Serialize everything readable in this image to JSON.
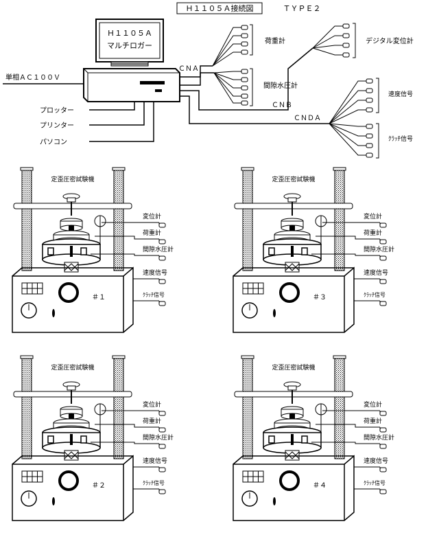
{
  "title": "Ｈ１１０５Ａ接続図",
  "type_label": "ＴＹＰＥ２",
  "logger_label_1": "Ｈ１１０５Ａ",
  "logger_label_2": "マルチロガー",
  "power_label": "単相ＡＣ１００Ｖ",
  "peripherals": [
    "プロッター",
    "プリンター",
    "パソコン"
  ],
  "connectors": {
    "cna": "ＣＮＡ",
    "cnb": "ＣＮＢ",
    "cnda": "ＣＮＤＡ"
  },
  "sensor_groups": {
    "load": "荷重計",
    "pore": "間隙水圧計",
    "digital_disp": "デジタル変位計",
    "speed": "速度信号",
    "clutch": "ｸﾗｯﾁ信号"
  },
  "machine_title": "定歪圧密試験機",
  "machine_signals": [
    "変位計",
    "荷重計",
    "間隙水圧計",
    "速度信号",
    "ｸﾗｯﾁ信号"
  ],
  "machines": [
    {
      "id": "＃１"
    },
    {
      "id": "＃３"
    },
    {
      "id": "＃２"
    },
    {
      "id": "＃４"
    }
  ]
}
